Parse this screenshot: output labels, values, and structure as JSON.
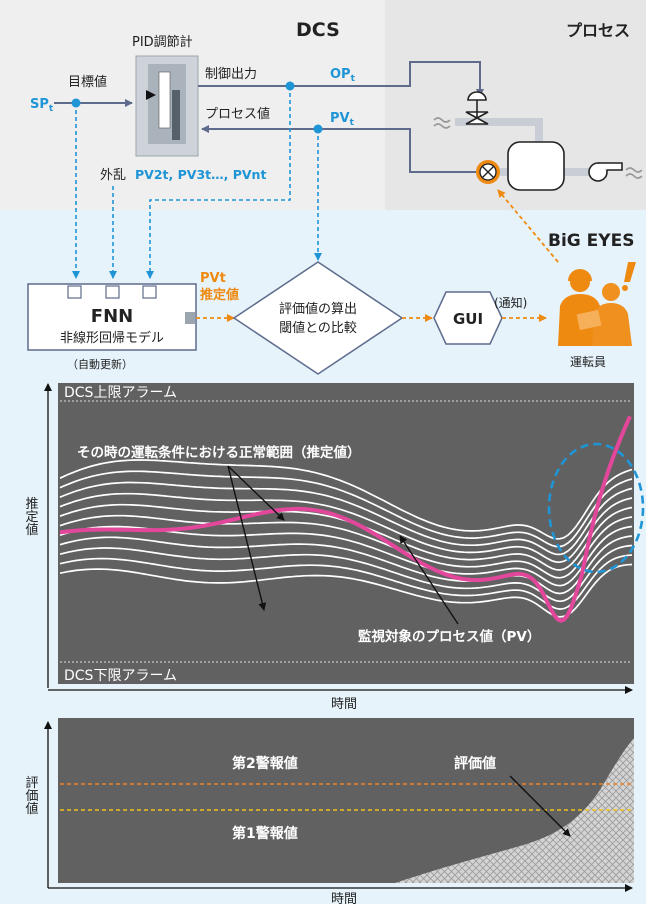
{
  "top": {
    "dcs_title": "DCS",
    "process_title": "プロセス",
    "pid_label": "PID調節計",
    "target_label": "目標値",
    "sp_label": "SP",
    "sp_sub": "t",
    "output_label": "制御出力",
    "op_label": "OP",
    "op_sub": "t",
    "pv_value_label": "プロセス値",
    "pv_label": "PV",
    "pv_sub": "t",
    "disturbance_label": "外乱",
    "disturbance_vars": "PV2t, PV3t…, PVnt"
  },
  "middle": {
    "bigeyes_title": "BiG EYES",
    "fnn_title": "FNN",
    "fnn_subtitle": "非線形回帰モデル",
    "fnn_note": "（自動更新）",
    "pv_est_line1": "PVt",
    "pv_est_line2": "推定値",
    "eval_line1": "評価値の算出",
    "eval_line2": "閾値との比較",
    "gui_label": "GUI",
    "notify_label": "(通知)",
    "operator_label": "運転員"
  },
  "chart1": {
    "upper_alarm": "DCS上限アラーム",
    "lower_alarm": "DCS下限アラーム",
    "normal_range_label": "その時の運転条件における正常範囲（推定値）",
    "pv_line_label": "監視対象のプロセス値（PV）",
    "y_axis_label": "推定値",
    "x_axis_label": "時間"
  },
  "chart2": {
    "warning2_label": "第2警報値",
    "warning1_label": "第1警報値",
    "eval_value_label": "評価値",
    "y_axis_label": "評価値",
    "x_axis_label": "時間"
  },
  "colors": {
    "blue_accent": "#1f95d6",
    "orange_accent": "#ef8a10",
    "magenta_pv": "#e2479b",
    "chart_bg": "#616161",
    "dcs_bg": "#efefef",
    "light_blue_bg": "#e6f3fb",
    "warning2_color": "#f0822a",
    "warning1_color": "#f1c21b"
  }
}
